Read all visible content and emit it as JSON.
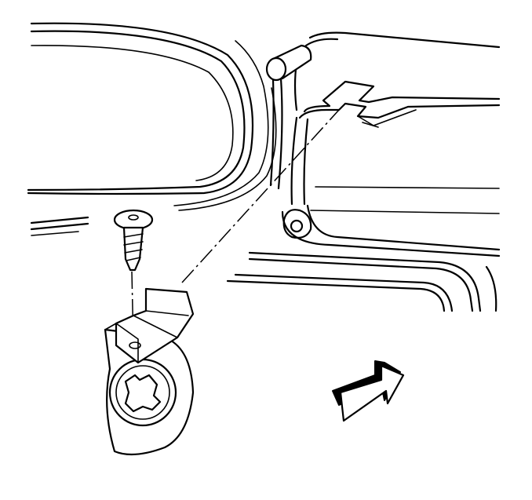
{
  "figure": {
    "type": "technical-line-drawing",
    "components": [
      "body-panel",
      "mounting-bracket",
      "push-pin-fastener",
      "retainer-clip",
      "rotating-latch",
      "direction-arrow"
    ],
    "arrow_direction": "up-right",
    "colors": {
      "line": "#000000",
      "background": "#ffffff"
    }
  }
}
